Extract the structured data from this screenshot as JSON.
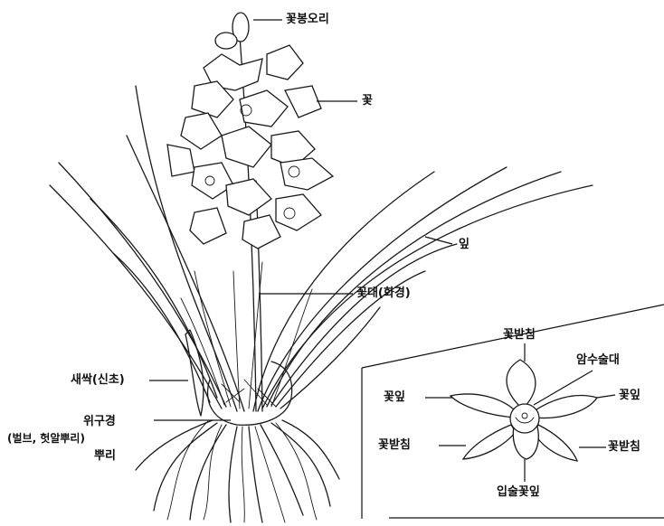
{
  "labels": {
    "flower_bud": "꽃봉오리",
    "flower": "꽃",
    "leaf": "잎",
    "flower_stalk": "꽃대(화경)",
    "new_shoot": "새싹(신초)",
    "pseudobulb": "위구경",
    "pseudobulb_alt": "(벌브, 헛알뿌리)",
    "root": "뿌리"
  },
  "inset": {
    "sepal_top": "꽃받침",
    "column": "암수술대",
    "petal_left": "꽃잎",
    "petal_right": "꽃잎",
    "sepal_left": "꽃받침",
    "sepal_right": "꽃받침",
    "lip": "입술꽃잎"
  }
}
